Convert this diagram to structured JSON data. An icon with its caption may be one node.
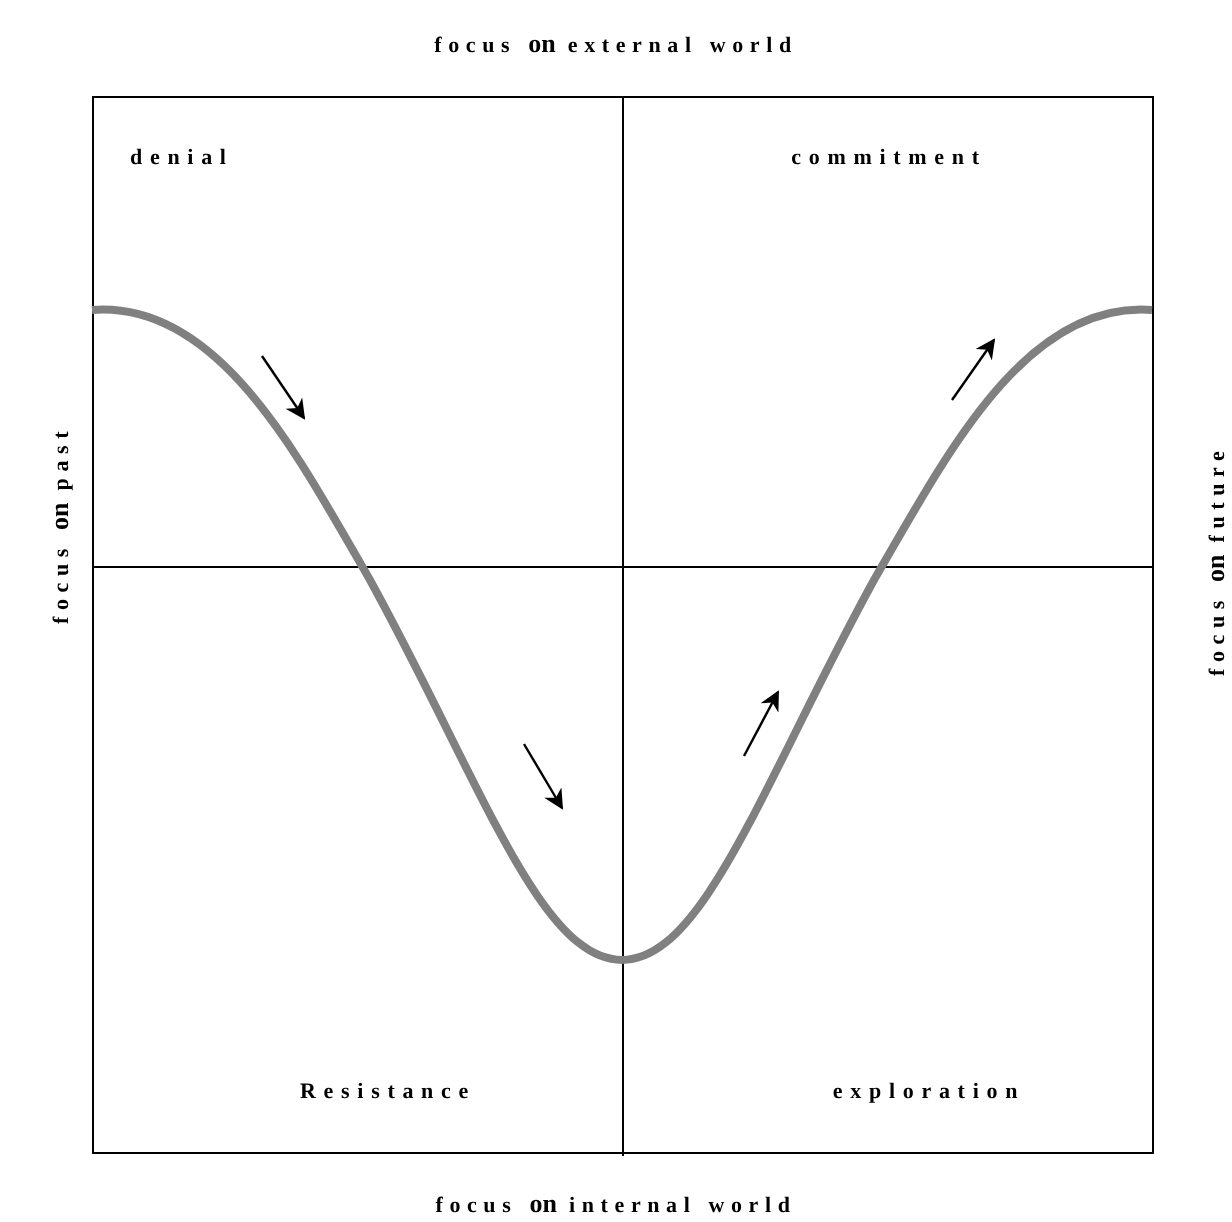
{
  "diagram": {
    "nodes": [
      {
        "text": [],
        "shape": "box"
      },
      {
        "text": [
          "denial"
        ],
        "in": 0
      },
      {
        "text": [
          "commitment"
        ],
        "in": 0
      },
      {
        "text": [
          "Resistance"
        ],
        "in": 0
      },
      {
        "text": [
          "exploration"
        ],
        "in": 0
      }
    ],
    "labels": [
      "focus **on** external world",
      "focus **on** past",
      "focus **on** future",
      "focus **on** internal world"
    ]
  }
}
